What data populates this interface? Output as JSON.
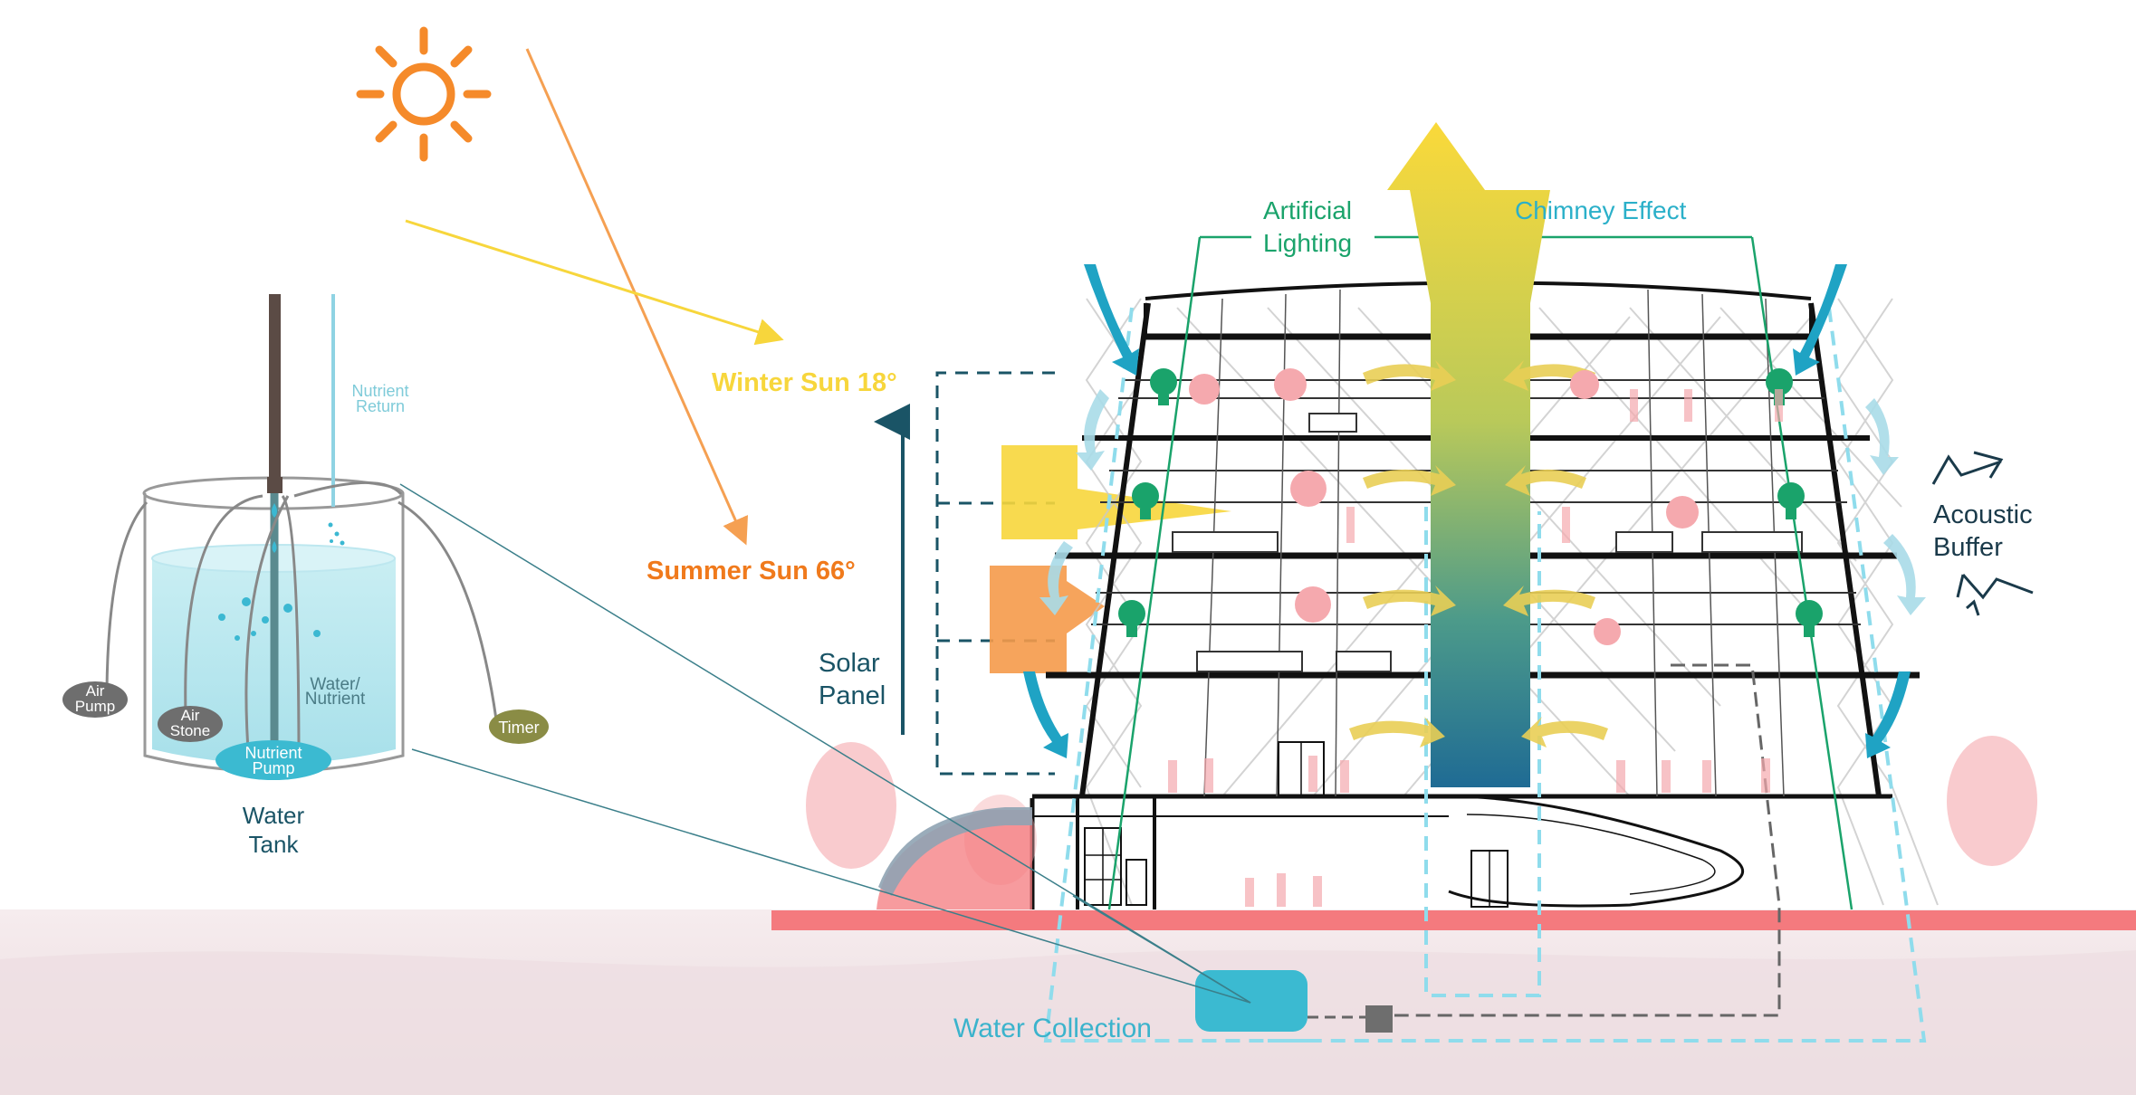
{
  "labels": {
    "winter_sun": "Winter Sun 18°",
    "summer_sun": "Summer Sun 66°",
    "artificial_lighting_1": "Artificial",
    "artificial_lighting_2": "Lighting",
    "chimney_effect": "Chimney Effect",
    "acoustic_1": "Acoustic",
    "acoustic_2": "Buffer",
    "solar_1": "Solar",
    "solar_2": "Panel",
    "water_collection": "Water Collection",
    "water_tank_1": "Water",
    "water_tank_2": "Tank",
    "nutrient_return_1": "Nutrient",
    "nutrient_return_2": "Return",
    "water_nutrient_1": "Water/",
    "water_nutrient_2": "Nutrient",
    "air_pump_1": "Air",
    "air_pump_2": "Pump",
    "air_stone_1": "Air",
    "air_stone_2": "Stone",
    "nutrient_pump_1": "Nutrient",
    "nutrient_pump_2": "Pump",
    "timer": "Timer"
  },
  "colors": {
    "sun_orange": "#f58a2a",
    "winter_yellow": "#f7d63c",
    "summer_orange": "#f07a1c",
    "green": "#1aa36b",
    "teal": "#2bb0c9",
    "navy": "#1a5466",
    "ground_pink": "#f3e6e8",
    "slab_red": "#f47a7e",
    "tree_pink": "#f5a9ae"
  }
}
